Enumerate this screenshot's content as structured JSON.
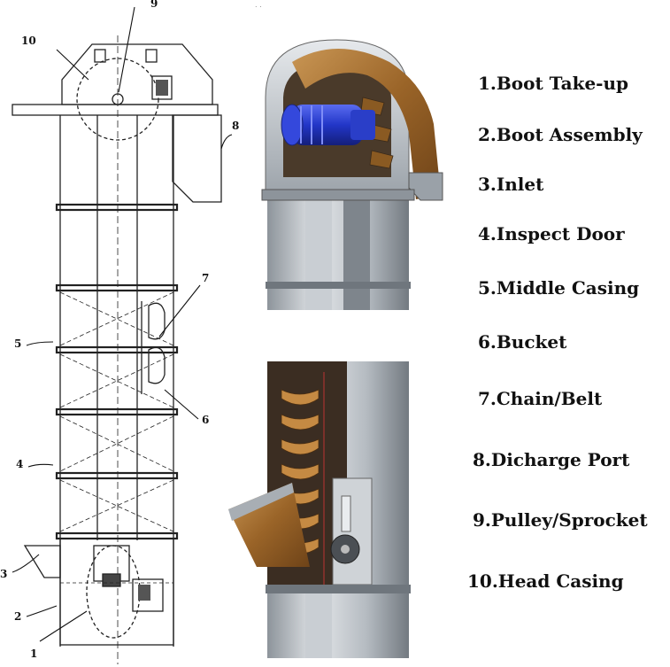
{
  "legend": [
    "1.Boot Take-up",
    "2.Boot Assembly",
    "3.Inlet",
    "4.Inspect Door",
    "5.Middle Casing",
    "6.Bucket",
    "7.Chain/Belt",
    "8.Dicharge Port",
    "9.Pulley/Sprocket",
    "10.Head Casing"
  ],
  "callouts": [
    "1",
    "2",
    "3",
    "4",
    "5",
    "6",
    "7",
    "8",
    "9",
    "10"
  ],
  "colors": {
    "steel_light": "#d9dde1",
    "steel_mid": "#a9b0b7",
    "steel_dark": "#6c737a",
    "motor_blue": "#2a3fd1",
    "grain": "#b07a36",
    "line": "#222222"
  }
}
